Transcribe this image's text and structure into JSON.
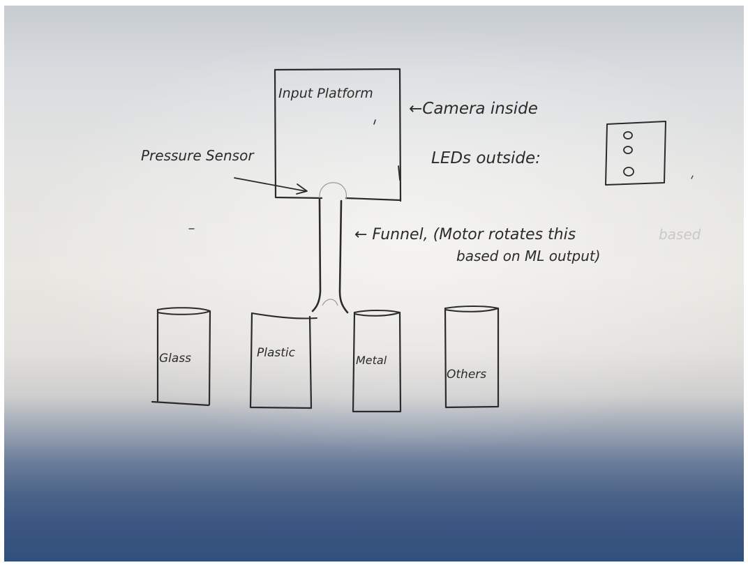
{
  "diagram": {
    "platform_label": "Input Platform",
    "camera_label": "←Camera inside",
    "pressure_label": "Pressure Sensor",
    "leds_label": "LEDs outside:",
    "funnel_label_line1": "← Funnel, (Motor rotates this",
    "funnel_label_faint": "based",
    "funnel_label_line2": "based on ML output)",
    "bins": [
      {
        "label": "Glass"
      },
      {
        "label": "Plastic"
      },
      {
        "label": "Metal"
      },
      {
        "label": "Others"
      }
    ]
  }
}
